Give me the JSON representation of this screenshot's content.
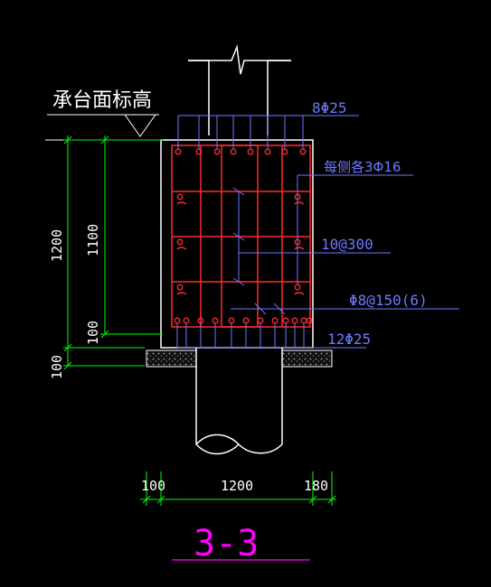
{
  "drawing": {
    "elevation_label": "承台面标高",
    "section_title": "3-3"
  },
  "rebar_labels": {
    "top_bars": "8Φ25",
    "side_bars": "每侧各3Φ16",
    "ties": "10@300",
    "stirrups": "Φ8@150(6)",
    "bottom_bars": "12Φ25"
  },
  "dimensions": {
    "depth_total": "1200",
    "depth_inner": "1100",
    "cover_bottom": "100",
    "cushion": "100",
    "width_left": "100",
    "width_main": "1200",
    "width_right": "180"
  },
  "colors": {
    "background": "#000000",
    "outline": "#ffffff",
    "rebar": "#ff2a2a",
    "leader": "#6f78ff",
    "dimension": "#00ff00",
    "dim_text": "#ffffff",
    "title": "#ff00ff",
    "pile_hatch": "#cccccc"
  }
}
